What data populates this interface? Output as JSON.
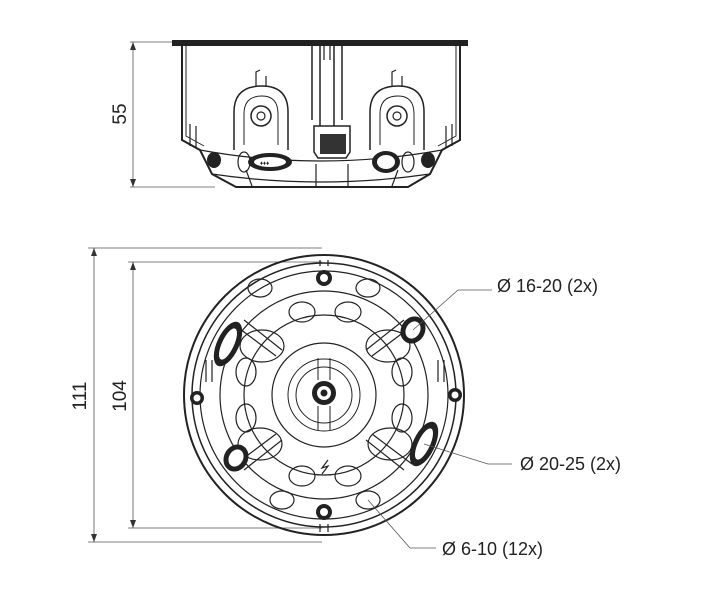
{
  "dimensions": {
    "height": "55",
    "outer_diameter": "111",
    "inner_diameter": "104"
  },
  "callouts": {
    "entry_16_20": "Ø 16-20 (2x)",
    "entry_20_25": "Ø 20-25 (2x)",
    "entry_6_10": "Ø 6-10 (12x)"
  },
  "colors": {
    "line": "#222222",
    "dimension": "#555555",
    "background": "#ffffff"
  }
}
